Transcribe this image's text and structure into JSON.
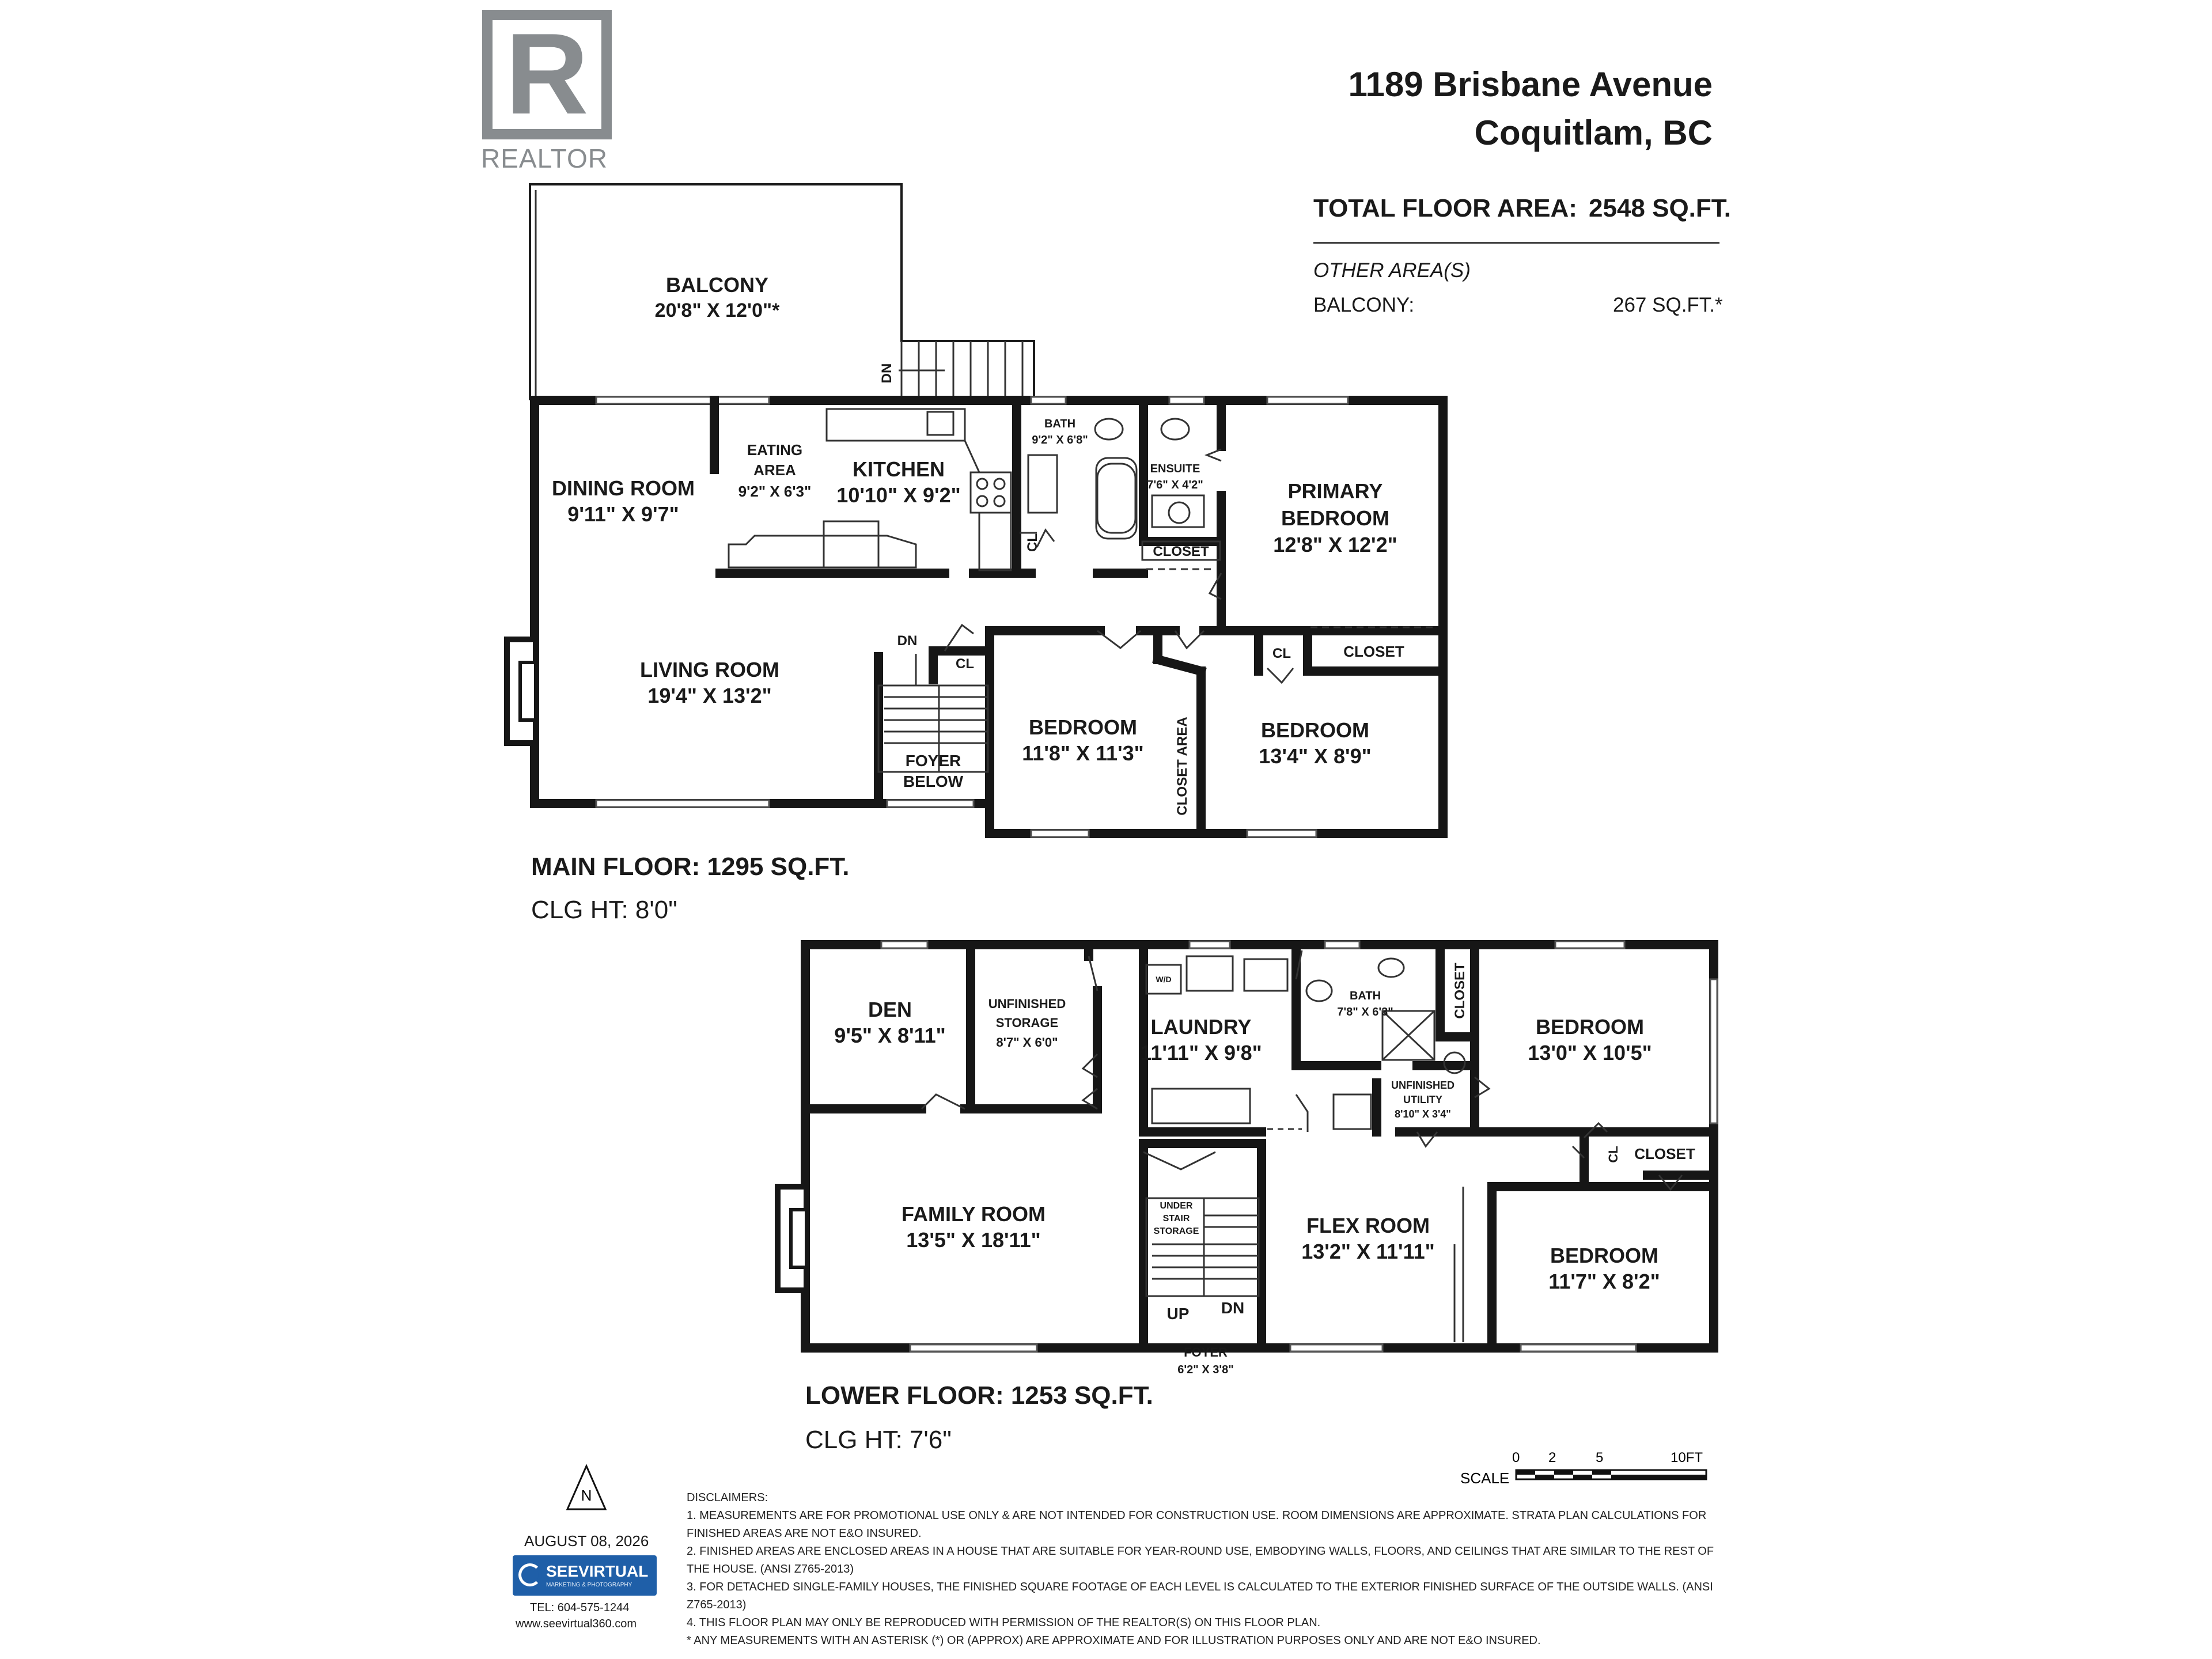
{
  "logo": {
    "brand": "REALTOR",
    "mark": "R"
  },
  "header": {
    "address_line1": "1189 Brisbane Avenue",
    "address_line2": "Coquitlam, BC",
    "total_label": "TOTAL FLOOR AREA:",
    "total_value": "2548 SQ.FT.",
    "other_label": "OTHER AREA(S)",
    "balcony_label": "BALCONY:",
    "balcony_value": "267 SQ.FT.*"
  },
  "main_floor": {
    "area_label": "MAIN FLOOR: 1295 SQ.FT.",
    "ceiling": "CLG HT: 8'0\"",
    "rooms": {
      "balcony": {
        "name": "BALCONY",
        "dims": "20'8\" X 12'0\"*"
      },
      "dining": {
        "name": "DINING ROOM",
        "dims": "9'11\" X 9'7\""
      },
      "eating": {
        "name1": "EATING",
        "name2": "AREA",
        "dims": "9'2\" X 6'3\""
      },
      "kitchen": {
        "name": "KITCHEN",
        "dims": "10'10\" X 9'2\""
      },
      "bath": {
        "name": "BATH",
        "dims": "9'2\" X 6'8\""
      },
      "ensuite": {
        "name": "ENSUITE",
        "dims": "7'6\" X 4'2\""
      },
      "primary": {
        "name1": "PRIMARY",
        "name2": "BEDROOM",
        "dims": "12'8\" X 12'2\""
      },
      "living": {
        "name": "LIVING ROOM",
        "dims": "19'4\" X 13'2\""
      },
      "bed2": {
        "name": "BEDROOM",
        "dims": "11'8\" X 11'3\""
      },
      "bed3": {
        "name": "BEDROOM",
        "dims": "13'4\" X 8'9\""
      },
      "foyer": {
        "name1": "FOYER",
        "name2": "BELOW"
      },
      "closet_area": "CLOSET AREA",
      "closet": "CLOSET",
      "cl": "CL",
      "dn": "DN"
    }
  },
  "lower_floor": {
    "area_label": "LOWER FLOOR: 1253 SQ.FT.",
    "ceiling": "CLG HT: 7'6\"",
    "rooms": {
      "den": {
        "name": "DEN",
        "dims": "9'5\" X 8'11\""
      },
      "storage": {
        "name1": "UNFINISHED",
        "name2": "STORAGE",
        "dims": "8'7\" X 6'0\""
      },
      "laundry": {
        "name": "LAUNDRY",
        "dims": "11'11\" X 9'8\""
      },
      "bath": {
        "name": "BATH",
        "dims": "7'8\" X 6'3\""
      },
      "utility": {
        "name1": "UNFINISHED",
        "name2": "UTILITY",
        "dims": "8'10\" X 3'4\""
      },
      "bed1": {
        "name": "BEDROOM",
        "dims": "13'0\" X 10'5\""
      },
      "family": {
        "name": "FAMILY ROOM",
        "dims": "13'5\" X 18'11\""
      },
      "flex": {
        "name": "FLEX ROOM",
        "dims": "13'2\" X 11'11\""
      },
      "bed2": {
        "name": "BEDROOM",
        "dims": "11'7\" X 8'2\""
      },
      "understair": {
        "l1": "UNDER",
        "l2": "STAIR",
        "l3": "STORAGE"
      },
      "foyer": {
        "name": "FOYER",
        "dims": "6'2\" X 3'8\""
      },
      "closet": "CLOSET",
      "cl": "CL",
      "up": "UP",
      "dn": "DN",
      "wd": "W/D"
    }
  },
  "scale": {
    "label": "SCALE",
    "ticks": [
      "0",
      "2",
      "5",
      "10FT"
    ]
  },
  "footer": {
    "north": "N",
    "date": "AUGUST 08, 2026",
    "company": "SEEVIRTUAL",
    "company_sub": "MARKETING & PHOTOGRAPHY",
    "tel": "TEL: 604-575-1244",
    "web": "www.seevirtual360.com"
  },
  "disclaimers": {
    "title": "DISCLAIMERS:",
    "items": [
      "1. MEASUREMENTS ARE FOR PROMOTIONAL USE ONLY & ARE NOT INTENDED FOR CONSTRUCTION USE. ROOM DIMENSIONS ARE APPROXIMATE. STRATA PLAN CALCULATIONS FOR FINISHED AREAS ARE NOT E&O INSURED.",
      "2. FINISHED AREAS ARE ENCLOSED AREAS IN A HOUSE THAT ARE SUITABLE FOR YEAR-ROUND USE, EMBODYING WALLS, FLOORS, AND CEILINGS THAT ARE SIMILAR TO THE REST OF THE HOUSE. (ANSI Z765-2013)",
      "3. FOR DETACHED SINGLE-FAMILY HOUSES, THE FINISHED SQUARE FOOTAGE OF EACH LEVEL IS CALCULATED TO THE EXTERIOR FINISHED SURFACE OF THE OUTSIDE WALLS. (ANSI Z765-2013)",
      "4. THIS FLOOR PLAN MAY ONLY BE REPRODUCED WITH PERMISSION OF THE REALTOR(S) ON THIS FLOOR PLAN.",
      "* ANY MEASUREMENTS WITH AN ASTERISK (*) OR (APPROX) ARE APPROXIMATE AND FOR ILLUSTRATION PURPOSES ONLY AND ARE NOT E&O INSURED."
    ]
  }
}
